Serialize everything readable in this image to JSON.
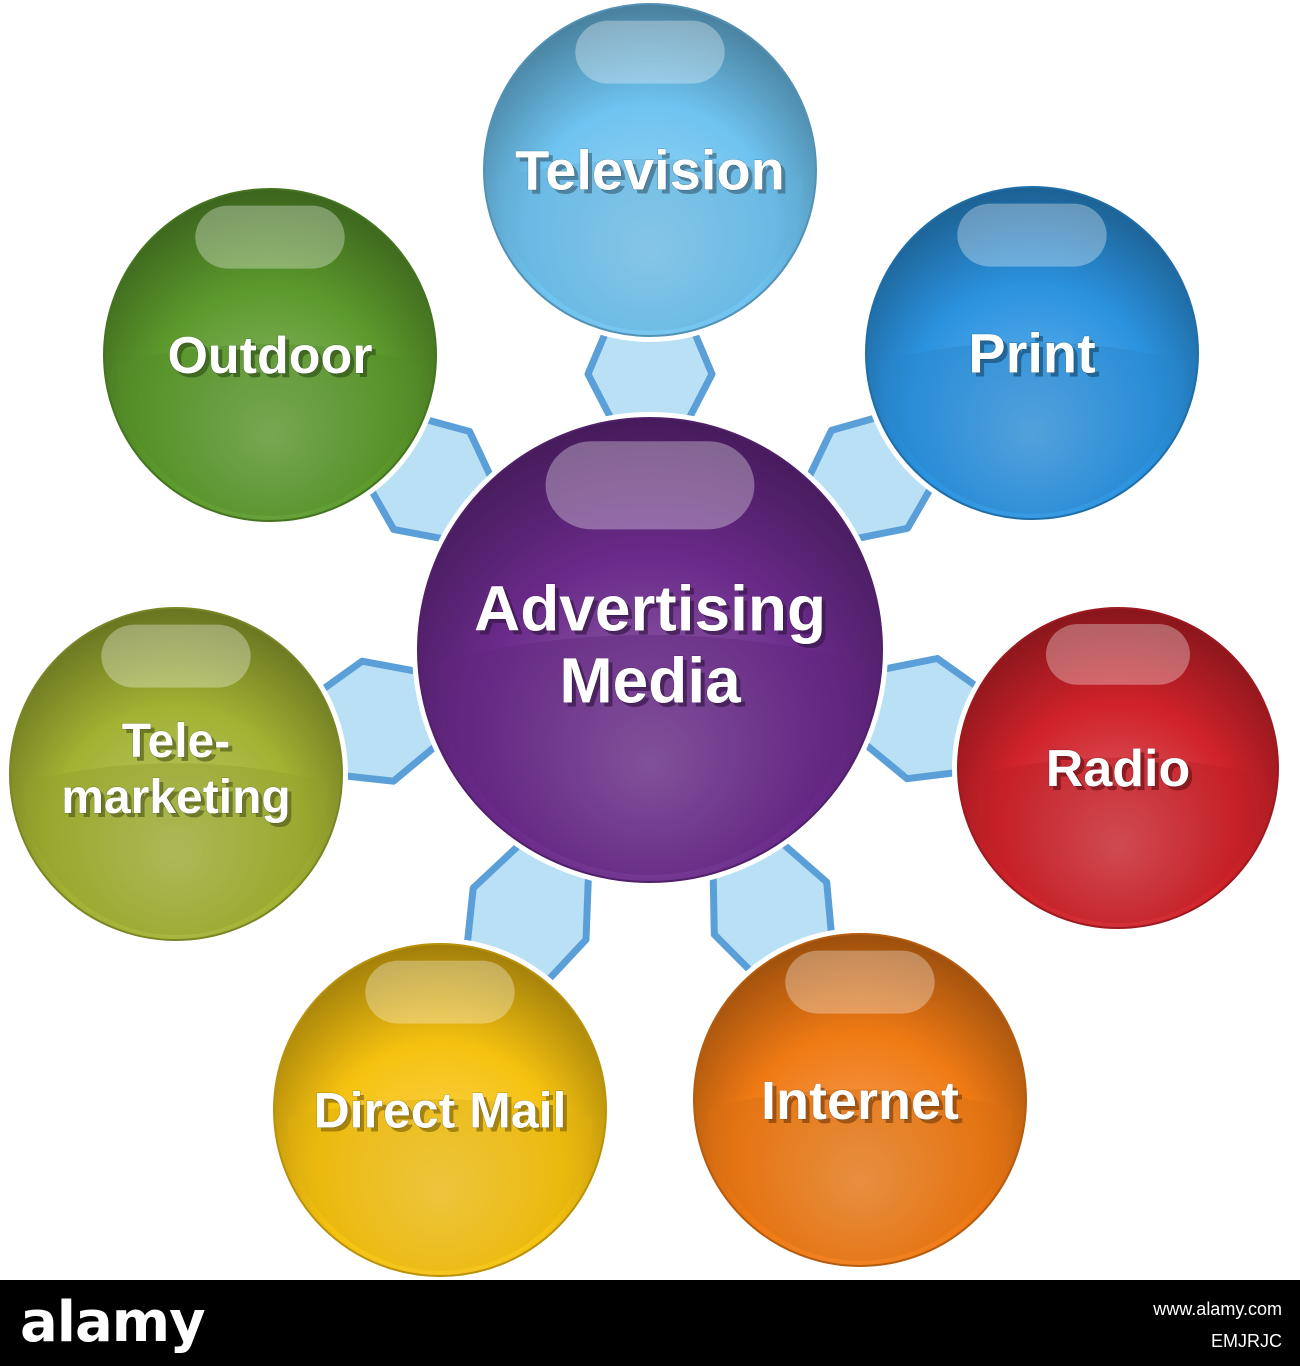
{
  "center": {
    "label_lines": [
      "Advertising",
      "Media"
    ],
    "color": "#6a2a8a"
  },
  "nodes": [
    {
      "key": "television",
      "label_lines": [
        "Television"
      ],
      "color": "#6ec3f0"
    },
    {
      "key": "print",
      "label_lines": [
        "Print"
      ],
      "color": "#2b93e0"
    },
    {
      "key": "radio",
      "label_lines": [
        "Radio"
      ],
      "color": "#d0222a"
    },
    {
      "key": "internet",
      "label_lines": [
        "Internet"
      ],
      "color": "#f07a14"
    },
    {
      "key": "direct-mail",
      "label_lines": [
        "Direct Mail"
      ],
      "color": "#f6c210"
    },
    {
      "key": "telemarketing",
      "label_lines": [
        "Tele-",
        "marketing"
      ],
      "color": "#a2b232"
    },
    {
      "key": "outdoor",
      "label_lines": [
        "Outdoor"
      ],
      "color": "#5c9a2c"
    }
  ],
  "connector_color": "#b9e0f5",
  "connector_border": "#5b9fd8",
  "watermark": {
    "brand": "alamy",
    "image_id": "EMJRJC",
    "url": "www.alamy.com"
  }
}
